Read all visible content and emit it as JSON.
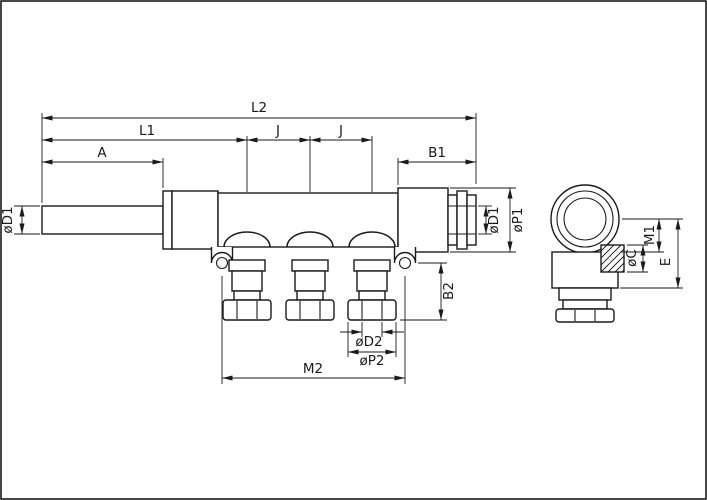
{
  "drawing": {
    "background": "#ffffff",
    "line_color": "#1a1a1a",
    "views": [
      "side-view",
      "end-view"
    ]
  },
  "labels": {
    "l2": "L2",
    "l1": "L1",
    "j1": "J",
    "j2": "J",
    "a": "A",
    "b1": "B1",
    "d1_left": "øD1",
    "d1_right": "øD1",
    "p1": "øP1",
    "b2": "B2",
    "d2": "øD2",
    "p2": "øP2",
    "m2": "M2",
    "m1": "M1",
    "c": "øC",
    "e": "E"
  }
}
